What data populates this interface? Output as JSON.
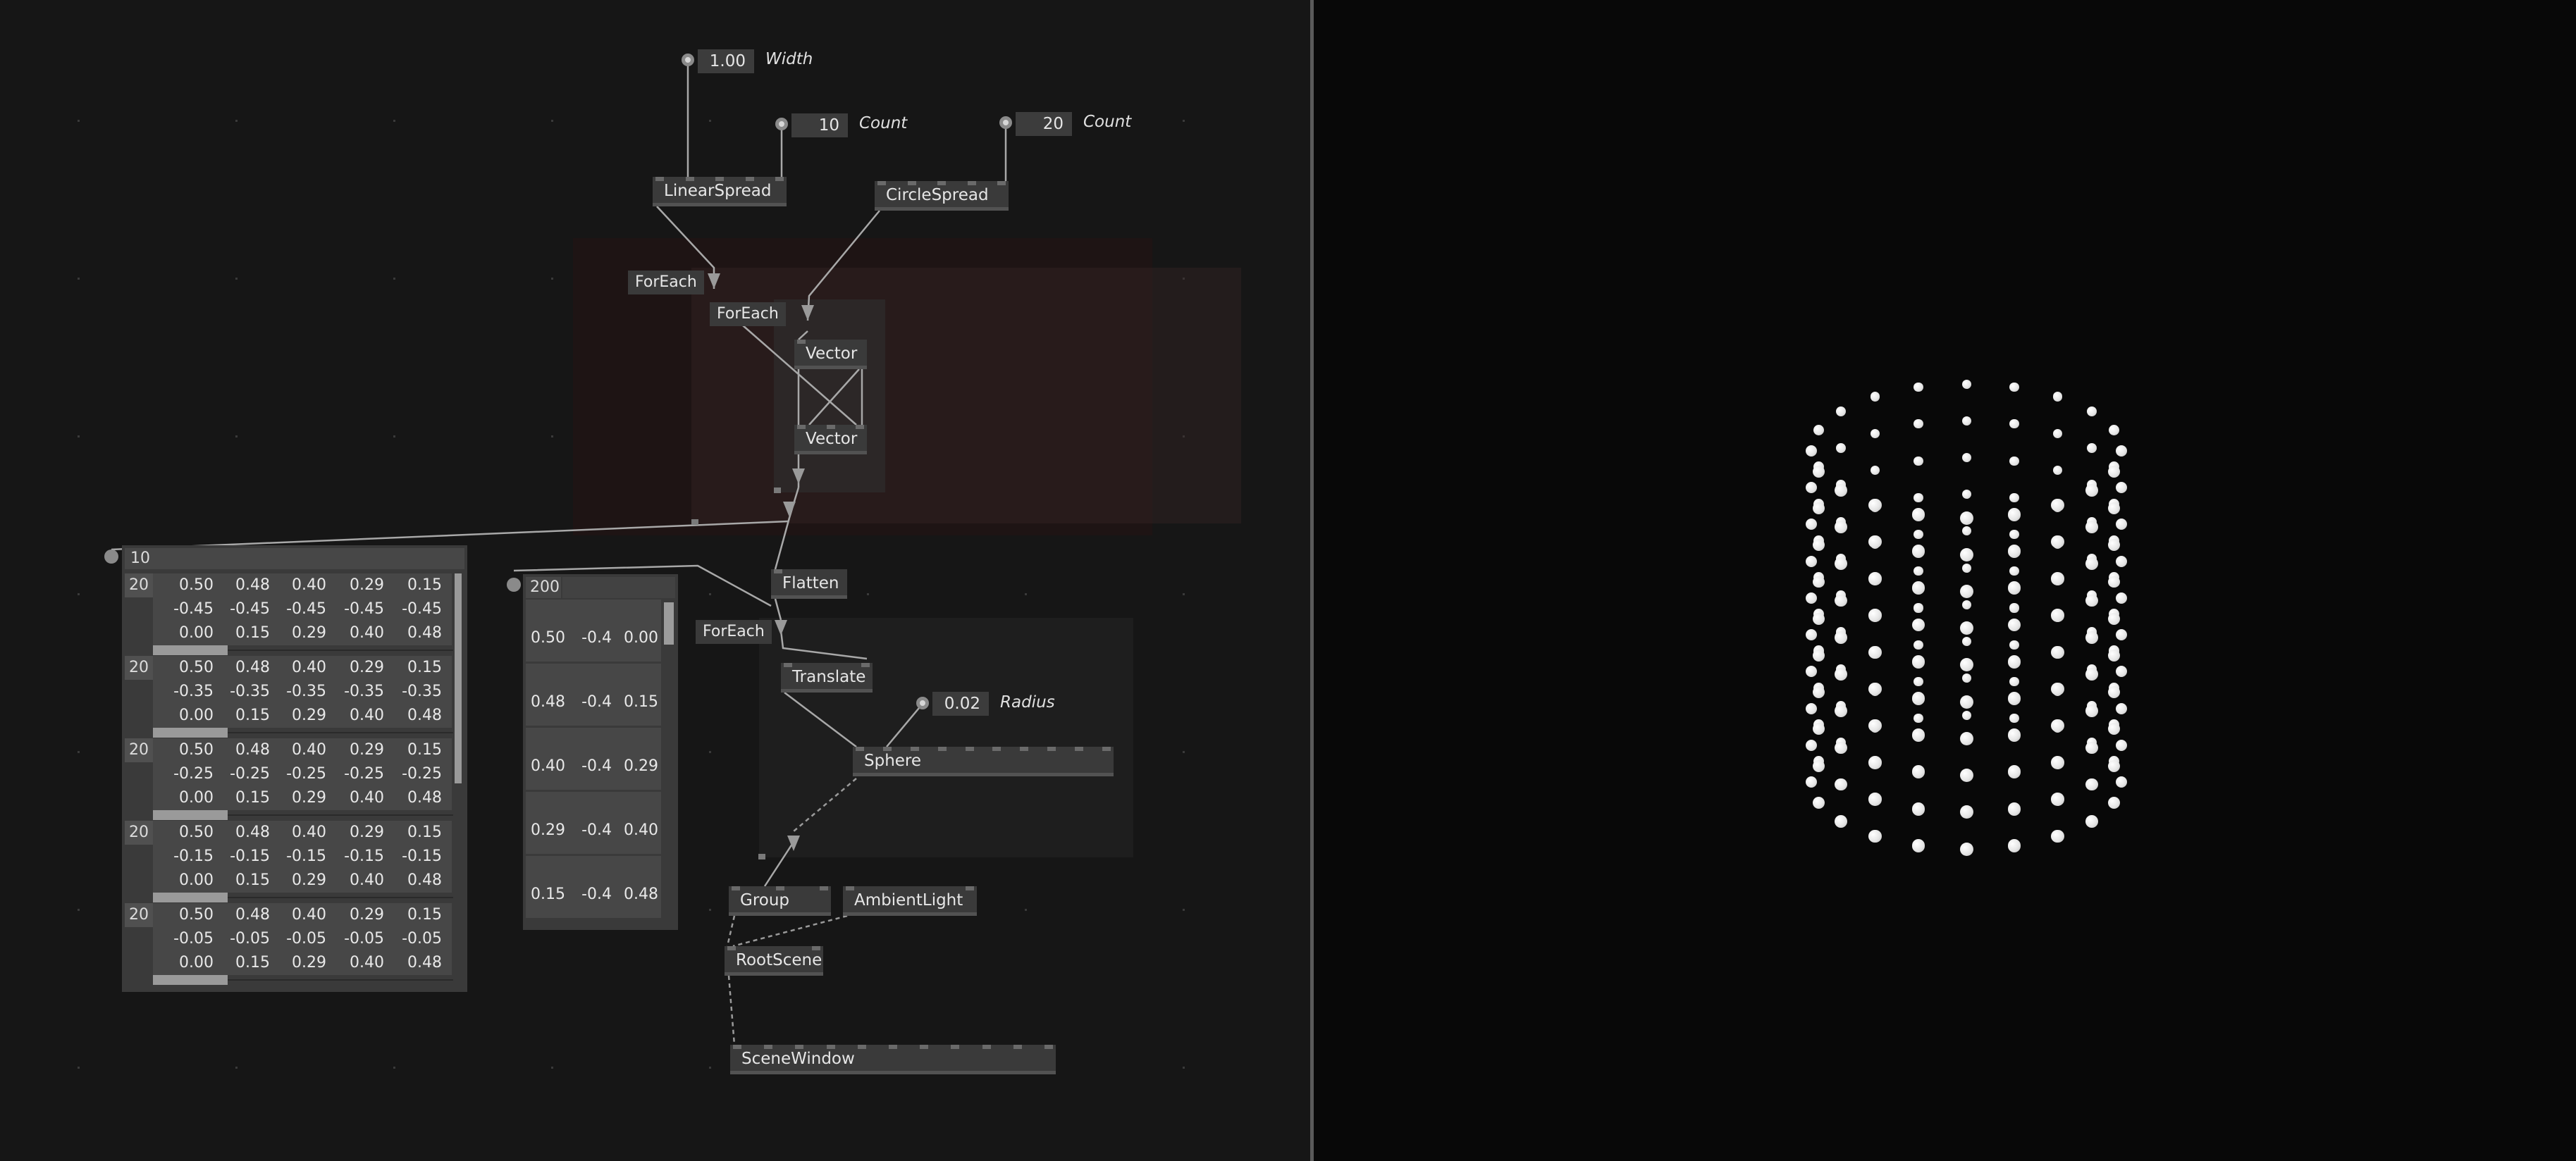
{
  "inputs": [
    {
      "value": "1.00",
      "label": "Width"
    },
    {
      "value": "10",
      "label": "Count"
    },
    {
      "value": "20",
      "label": "Count"
    },
    {
      "value": "0.02",
      "label": "Radius"
    }
  ],
  "nodes": {
    "linear_spread": "LinearSpread",
    "circle_spread": "CircleSpread",
    "vector_1": "Vector",
    "vector_2": "Vector",
    "flatten": "Flatten",
    "translate": "Translate",
    "sphere": "Sphere",
    "group": "Group",
    "ambient_light": "AmbientLight",
    "root_scene": "RootScene",
    "scene_window": "SceneWindow"
  },
  "regions": {
    "foreach_outer": "ForEach",
    "foreach_inner": "ForEach",
    "foreach_bottom": "ForEach"
  },
  "outer_spread_view": {
    "count": "10",
    "blocks": [
      {
        "count": "20",
        "rows": [
          [
            "0.50",
            "0.48",
            "0.40",
            "0.29",
            "0.15"
          ],
          [
            "-0.45",
            "-0.45",
            "-0.45",
            "-0.45",
            "-0.45"
          ],
          [
            "0.00",
            "0.15",
            "0.29",
            "0.40",
            "0.48"
          ]
        ]
      },
      {
        "count": "20",
        "rows": [
          [
            "0.50",
            "0.48",
            "0.40",
            "0.29",
            "0.15"
          ],
          [
            "-0.35",
            "-0.35",
            "-0.35",
            "-0.35",
            "-0.35"
          ],
          [
            "0.00",
            "0.15",
            "0.29",
            "0.40",
            "0.48"
          ]
        ]
      },
      {
        "count": "20",
        "rows": [
          [
            "0.50",
            "0.48",
            "0.40",
            "0.29",
            "0.15"
          ],
          [
            "-0.25",
            "-0.25",
            "-0.25",
            "-0.25",
            "-0.25"
          ],
          [
            "0.00",
            "0.15",
            "0.29",
            "0.40",
            "0.48"
          ]
        ]
      },
      {
        "count": "20",
        "rows": [
          [
            "0.50",
            "0.48",
            "0.40",
            "0.29",
            "0.15"
          ],
          [
            "-0.15",
            "-0.15",
            "-0.15",
            "-0.15",
            "-0.15"
          ],
          [
            "0.00",
            "0.15",
            "0.29",
            "0.40",
            "0.48"
          ]
        ]
      },
      {
        "count": "20",
        "rows": [
          [
            "0.50",
            "0.48",
            "0.40",
            "0.29",
            "0.15"
          ],
          [
            "-0.05",
            "-0.05",
            "-0.05",
            "-0.05",
            "-0.05"
          ],
          [
            "0.00",
            "0.15",
            "0.29",
            "0.40",
            "0.48"
          ]
        ]
      }
    ]
  },
  "flat_spread_view": {
    "count": "200",
    "rows": [
      [
        "0.50",
        "-0.4",
        "0.00"
      ],
      [
        "0.48",
        "-0.4",
        "0.15"
      ],
      [
        "0.40",
        "-0.4",
        "0.29"
      ],
      [
        "0.29",
        "-0.4",
        "0.40"
      ],
      [
        "0.15",
        "-0.4",
        "0.48"
      ]
    ]
  },
  "colors": {
    "patch_bg": "#161616",
    "node_bg": "#3a3a3a",
    "viewport_bg": "#080808",
    "sphere": "#eeeeee"
  }
}
